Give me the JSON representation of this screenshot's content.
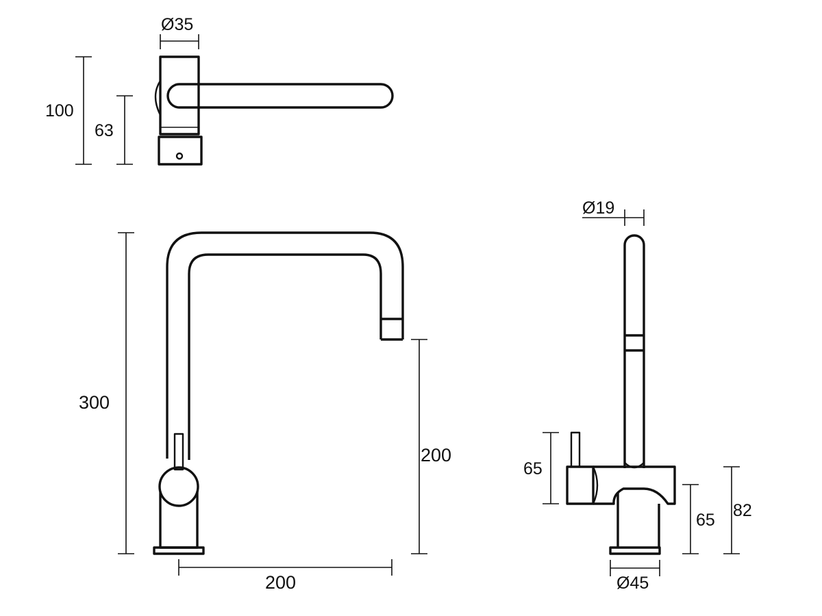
{
  "drawing": {
    "top_view": {
      "diameter_label": "Ø35",
      "height_total_label": "100",
      "height_partial_label": "63"
    },
    "front_view": {
      "total_height_label": "300",
      "spout_height_label": "200",
      "reach_label": "200"
    },
    "side_view": {
      "spout_diameter_label": "Ø19",
      "lever_height_label": "65",
      "body_height_label": "65",
      "body_total_label": "82",
      "base_diameter_label": "Ø45"
    }
  }
}
